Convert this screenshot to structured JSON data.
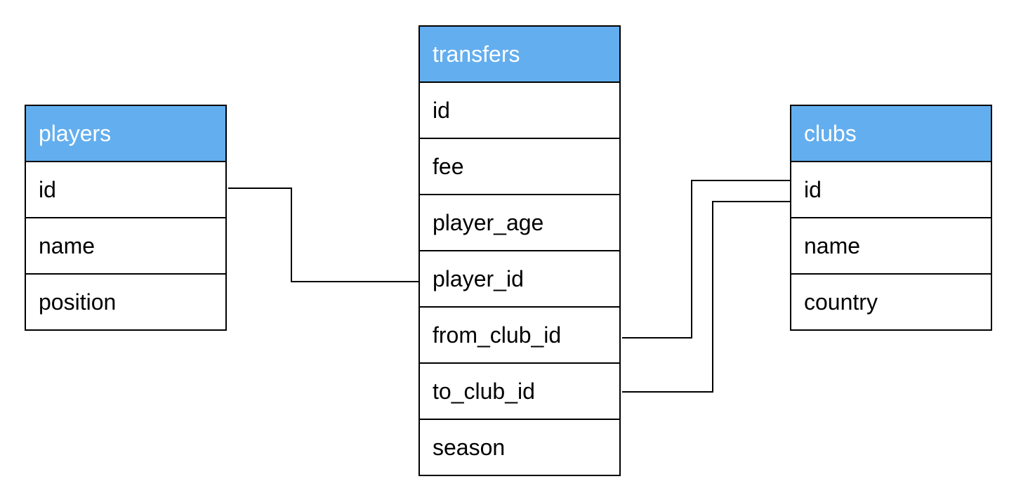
{
  "colors": {
    "header_fill": "#63aeee",
    "header_text": "#ffffff",
    "border": "#000000",
    "background": "#ffffff"
  },
  "entities": {
    "players": {
      "title": "players",
      "fields": [
        "id",
        "name",
        "position"
      ]
    },
    "transfers": {
      "title": "transfers",
      "fields": [
        "id",
        "fee",
        "player_age",
        "player_id",
        "from_club_id",
        "to_club_id",
        "season"
      ]
    },
    "clubs": {
      "title": "clubs",
      "fields": [
        "id",
        "name",
        "country"
      ]
    }
  },
  "relationships": [
    {
      "from": "players.id",
      "to": "transfers.player_id"
    },
    {
      "from": "transfers.from_club_id",
      "to": "clubs.id"
    },
    {
      "from": "transfers.to_club_id",
      "to": "clubs.id"
    }
  ]
}
